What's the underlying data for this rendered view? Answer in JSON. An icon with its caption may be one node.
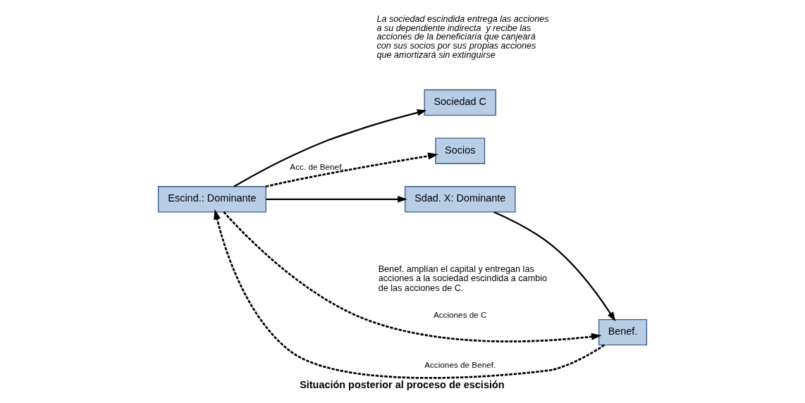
{
  "diagram": {
    "title": "Situación posterior al proceso de escisión",
    "nodes": [
      {
        "text": [
          "Sociedad C"
        ]
      },
      {
        "text": [
          "Socios"
        ]
      },
      {
        "text": [
          "Escind.: Dominante"
        ]
      },
      {
        "text": [
          "Sdad. X: Dominante"
        ]
      },
      {
        "text": [
          "Benef."
        ]
      }
    ],
    "edges": [
      {
        "from": 2,
        "to": 0,
        "arrow": "to"
      },
      {
        "from": 2,
        "to": 3,
        "arrow": "to"
      },
      {
        "from": 3,
        "to": 4,
        "arrow": "to"
      },
      {
        "from": 4,
        "to": 2,
        "arrow": "to",
        "style": "dashed",
        "label": "Acciones de Benef."
      },
      {
        "from": 2,
        "to": 4,
        "arrow": "to",
        "style": "dashed",
        "label": "Acciones de C"
      },
      {
        "from": 2,
        "to": 1,
        "arrow": "to",
        "style": "dashed",
        "label": "Acc. de Benef."
      }
    ],
    "labels": [
      "La sociedad escindida entrega las acciones a su dependiente indirecta  y recibe las acciones de la beneficiaria que canjeará con sus socios por sus propias acciones que amortizará sin extinguirse",
      "Benef. amplían el capital y entregan las acciones a la sociedad escindida a cambio de las acciones de C."
    ]
  }
}
